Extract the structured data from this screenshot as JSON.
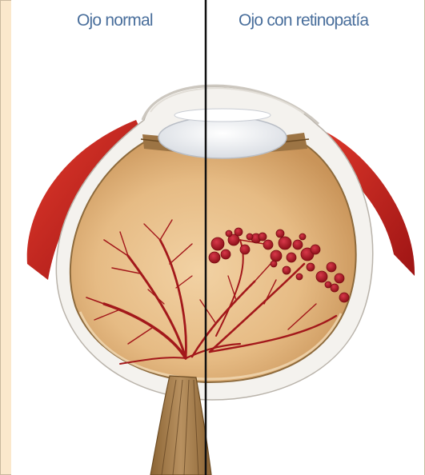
{
  "labels": {
    "normal": "Ojo normal",
    "retinopathy": "Ojo con retinopatía"
  },
  "colors": {
    "page_background": "#fbe8cc",
    "title_text": "#4a6f9c",
    "vitreous": "#e2b57f",
    "retina_vessel": "#a3181b",
    "hemorrhage": "#b01820",
    "muscle": "#c8201e",
    "optic_nerve": "#a57d4c",
    "divider": "#111111"
  },
  "icons": {
    "left_half": "normal-eye-cross-section",
    "right_half": "retinopathy-eye-cross-section"
  }
}
